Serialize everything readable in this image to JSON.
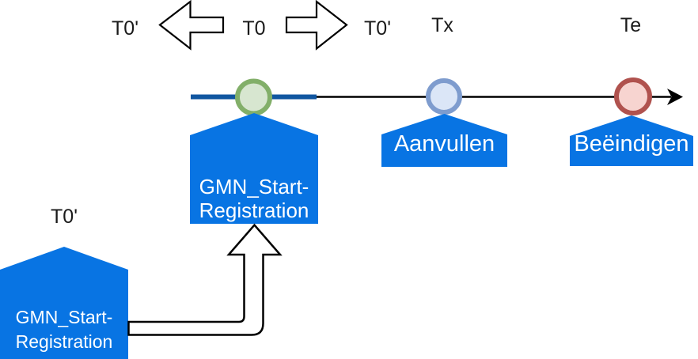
{
  "labels": {
    "t0_prime_left": "T0'",
    "t0": "T0",
    "t0_prime_right": "T0'",
    "tx": "Tx",
    "te": "Te",
    "t0_prime_origin": "T0'"
  },
  "callouts": {
    "start_registration": {
      "line1": "GMN_Start-",
      "line2": "Registration"
    },
    "aanvullen": "Aanvullen",
    "beeindigen": "Beëindigen",
    "origin_registration": {
      "line1": "GMN_Start-",
      "line2": "Registration"
    }
  },
  "colors": {
    "callout_blue": "#0874e3",
    "callout_text": "#ffffff",
    "timeline_emphasis_blue": "#1056a0",
    "timeline_black": "#000000",
    "milestone_start_fill": "#d7e6d0",
    "milestone_start_stroke": "#82af69",
    "milestone_tx_fill": "#dbe6f7",
    "milestone_tx_stroke": "#7e9cce",
    "milestone_te_fill": "#f7d4d0",
    "milestone_te_stroke": "#b0524e",
    "arrow_fill": "#ffffff",
    "arrow_outline": "#000000",
    "label_text": "#1a1a1a"
  }
}
